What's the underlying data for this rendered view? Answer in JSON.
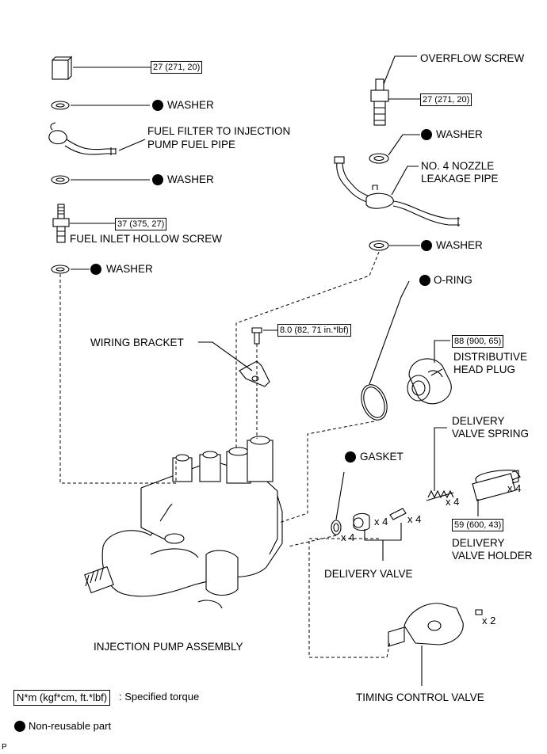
{
  "labels": {
    "overflow_screw": "OVERFLOW SCREW",
    "washer": "WASHER",
    "fuel_filter_pipe_1": "FUEL FILTER TO INJECTION",
    "fuel_filter_pipe_2": "PUMP FUEL PIPE",
    "no4_nozzle_1": "NO. 4 NOZZLE",
    "no4_nozzle_2": "LEAKAGE PIPE",
    "fuel_inlet_hollow_screw": "FUEL INLET HOLLOW SCREW",
    "o_ring": "O-RING",
    "wiring_bracket": "WIRING BRACKET",
    "distributive_1": "DISTRIBUTIVE",
    "distributive_2": "HEAD PLUG",
    "delivery_valve_spring_1": "DELIVERY",
    "delivery_valve_spring_2": "VALVE SPRING",
    "gasket": "GASKET",
    "delivery_valve_holder_1": "DELIVERY",
    "delivery_valve_holder_2": "VALVE HOLDER",
    "delivery_valve": "DELIVERY VALVE",
    "injection_pump_assembly": "INJECTION PUMP ASSEMBLY",
    "timing_control_valve": "TIMING CONTROL VALVE"
  },
  "torques": {
    "union_bolt": "27 (271, 20)",
    "overflow_screw": "27 (271, 20)",
    "fuel_inlet_hollow_screw": "37 (375, 27)",
    "wiring_bracket_bolt": "8.0 (82, 71 in.*lbf)",
    "distributive_head_plug": "88 (900, 65)",
    "delivery_valve_holder": "59 (600, 43)"
  },
  "quantities": {
    "gasket": "x 4",
    "delivery_valve_body": "x 4",
    "delivery_valve_pin": "x 4",
    "spring": "x 4",
    "holder": "x 4",
    "timing_bolt": "x 2"
  },
  "legend": {
    "torque_unit": "N*m (kgf*cm, ft.*lbf)",
    "torque_text": ": Specified torque",
    "non_reusable": "Non-reusable part"
  },
  "corner_mark": "P",
  "colors": {
    "line": "#000000",
    "part_fill": "#ffffff",
    "shade": "#d9d9d9"
  }
}
